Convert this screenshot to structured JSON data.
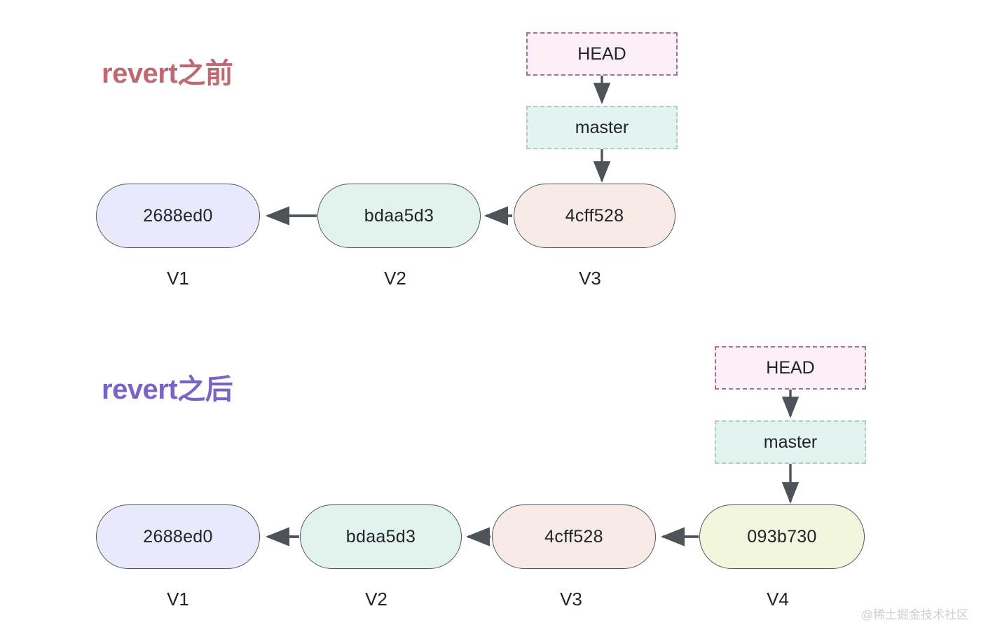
{
  "diagram": {
    "title_before": "revert之前",
    "title_after": "revert之后",
    "colors": {
      "title_before": "#bf6a72",
      "title_after": "#7a63c4",
      "arrow": "#4d5358",
      "node_border": "#4f555c",
      "head_fill": "#fbeef6",
      "head_border": "#a4729b",
      "branch_fill": "#e3f3ef",
      "branch_border": "#a9cfc8",
      "background": "#ffffff",
      "watermark": "#cfcfd3"
    },
    "refs": {
      "head_label": "HEAD",
      "branch_label": "master"
    },
    "before": {
      "commits": [
        {
          "hash": "2688ed0",
          "version": "V1",
          "fill": "#e8e9fb"
        },
        {
          "hash": "bdaa5d3",
          "version": "V2",
          "fill": "#e2f3ee"
        },
        {
          "hash": "4cff528",
          "version": "V3",
          "fill": "#f8eae6"
        }
      ],
      "head_points_to": "master",
      "branch_points_to": "4cff528"
    },
    "after": {
      "commits": [
        {
          "hash": "2688ed0",
          "version": "V1",
          "fill": "#e8e9fb"
        },
        {
          "hash": "bdaa5d3",
          "version": "V2",
          "fill": "#e2f3ee"
        },
        {
          "hash": "4cff528",
          "version": "V3",
          "fill": "#f8eae6"
        },
        {
          "hash": "093b730",
          "version": "V4",
          "fill": "#f2f6dd"
        }
      ],
      "head_points_to": "master",
      "branch_points_to": "093b730"
    }
  },
  "watermark": "@稀土掘金技术社区"
}
